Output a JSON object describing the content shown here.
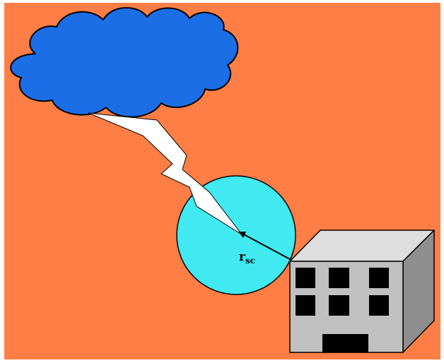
{
  "colors": {
    "background": "#FF7E45",
    "border": "#FFFFFF",
    "cloud": "#1C6EE6",
    "lightning_fill": "#FFFFFF",
    "striking_sphere": "#41E9F0",
    "building_front": "#C0C0C0",
    "building_top": "#DEDEDE",
    "building_side": "#8E8E8E",
    "windows": "#000000",
    "outline": "#000000"
  },
  "icons": {
    "cloud": "storm-cloud-icon",
    "lightning": "lightning-bolt-icon",
    "sphere": "striking-distance-circle",
    "building": "building-icon"
  },
  "labels": {
    "radius_main": "r",
    "radius_subscript": "sc"
  }
}
